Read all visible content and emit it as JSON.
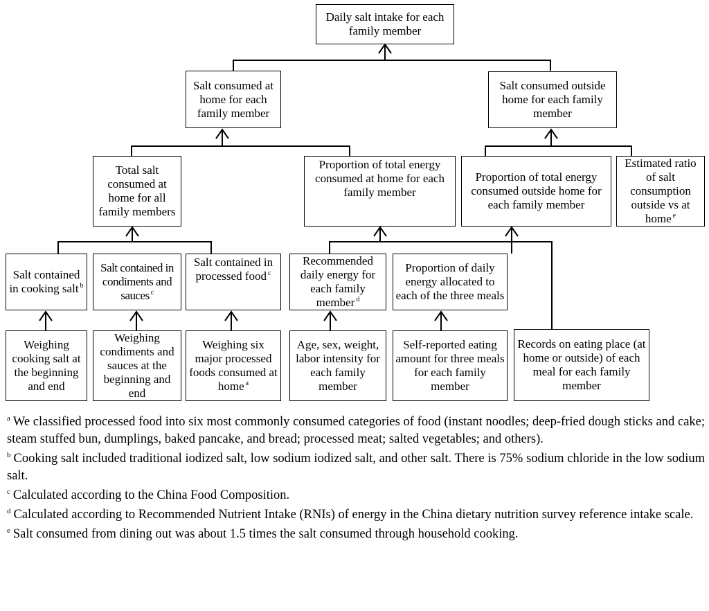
{
  "nodes": {
    "daily_total": {
      "text": "Daily salt intake for each family member"
    },
    "at_home": {
      "text": "Salt consumed at home for each family member"
    },
    "outside_home": {
      "text": "Salt consumed outside home for each family member"
    },
    "total_home_all": {
      "text": "Total salt consumed at home for all family members"
    },
    "prop_energy_home": {
      "text": "Proportion of total energy consumed at home for each family member"
    },
    "prop_energy_outside": {
      "text": "Proportion of total energy consumed outside home for each family member"
    },
    "ratio_outside_home": {
      "text": "Estimated ratio of salt consumption outside vs at home",
      "note": "e"
    },
    "salt_cooking": {
      "text": "Salt contained in cooking salt",
      "note": "b"
    },
    "salt_condiments": {
      "text": "Salt contained in condiments and sauces",
      "note": "c"
    },
    "salt_processed": {
      "text": "Salt contained in processed food",
      "note": "c"
    },
    "recommended_energy": {
      "text": "Recommended daily energy for each family member",
      "note": "d"
    },
    "prop_daily_meals": {
      "text": "Proportion of daily energy allocated to each of the three meals"
    },
    "weigh_cooking": {
      "text": "Weighing cooking salt at the beginning and end"
    },
    "weigh_condiments": {
      "text": "Weighing condiments and sauces at the beginning and end"
    },
    "weigh_processed": {
      "text": "Weighing six major processed foods consumed at home",
      "note": "a"
    },
    "demographics": {
      "text": "Age, sex, weight, labor intensity for each family member"
    },
    "self_report": {
      "text": "Self-reported eating amount for three meals for each family member"
    },
    "eating_place": {
      "text": "Records on eating place (at home or outside) of each meal for each family member"
    }
  },
  "footnotes": [
    {
      "mark": "a",
      "text": "We classified processed food into six most commonly consumed categories of food (instant noodles; deep-fried dough sticks and cake; steam stuffed bun, dumplings, baked pancake, and bread; processed meat; salted vegetables; and others)."
    },
    {
      "mark": "b",
      "text": "Cooking salt included traditional iodized salt, low sodium iodized salt, and other salt. There is 75% sodium chloride in the low sodium salt."
    },
    {
      "mark": "c",
      "text": "Calculated according to the China Food Composition."
    },
    {
      "mark": "d",
      "text": "Calculated according to Recommended Nutrient Intake (RNIs) of energy in the China dietary nutrition survey reference intake scale."
    },
    {
      "mark": "e",
      "text": "Salt consumed from dining out was about 1.5 times the salt consumed through household cooking."
    }
  ]
}
